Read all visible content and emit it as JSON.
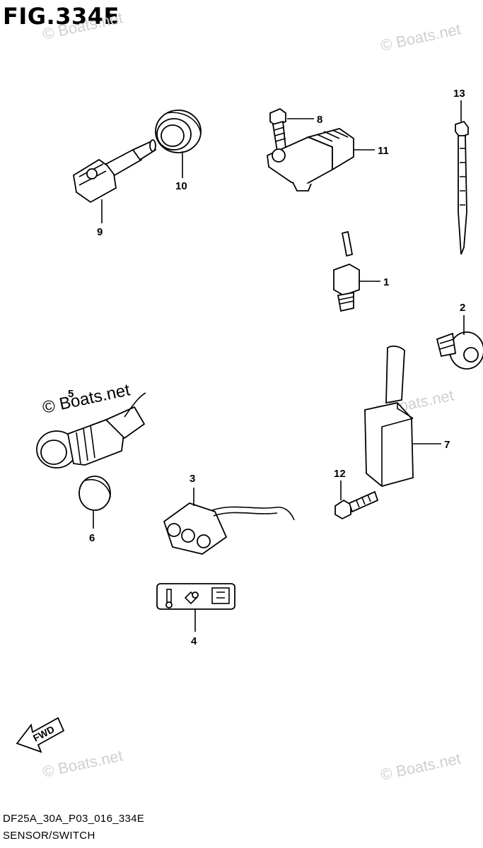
{
  "figure": {
    "title": "FIG.334E",
    "code": "DF25A_30A_P03_016_334E",
    "caption": "SENSOR/SWITCH"
  },
  "watermarks": {
    "text": "© Boats.net",
    "prominent_text": "© Boats.net"
  },
  "fwd_arrow": {
    "label": "FWD"
  },
  "callouts": {
    "c1": "1",
    "c2": "2",
    "c3": "3",
    "c4": "4",
    "c5": "5",
    "c6": "6",
    "c7": "7",
    "c8": "8",
    "c9": "9",
    "c10": "10",
    "c11": "11",
    "c12": "12",
    "c13": "13"
  },
  "colors": {
    "line": "#000000",
    "watermark": "#cfcfcf",
    "background": "#ffffff"
  }
}
